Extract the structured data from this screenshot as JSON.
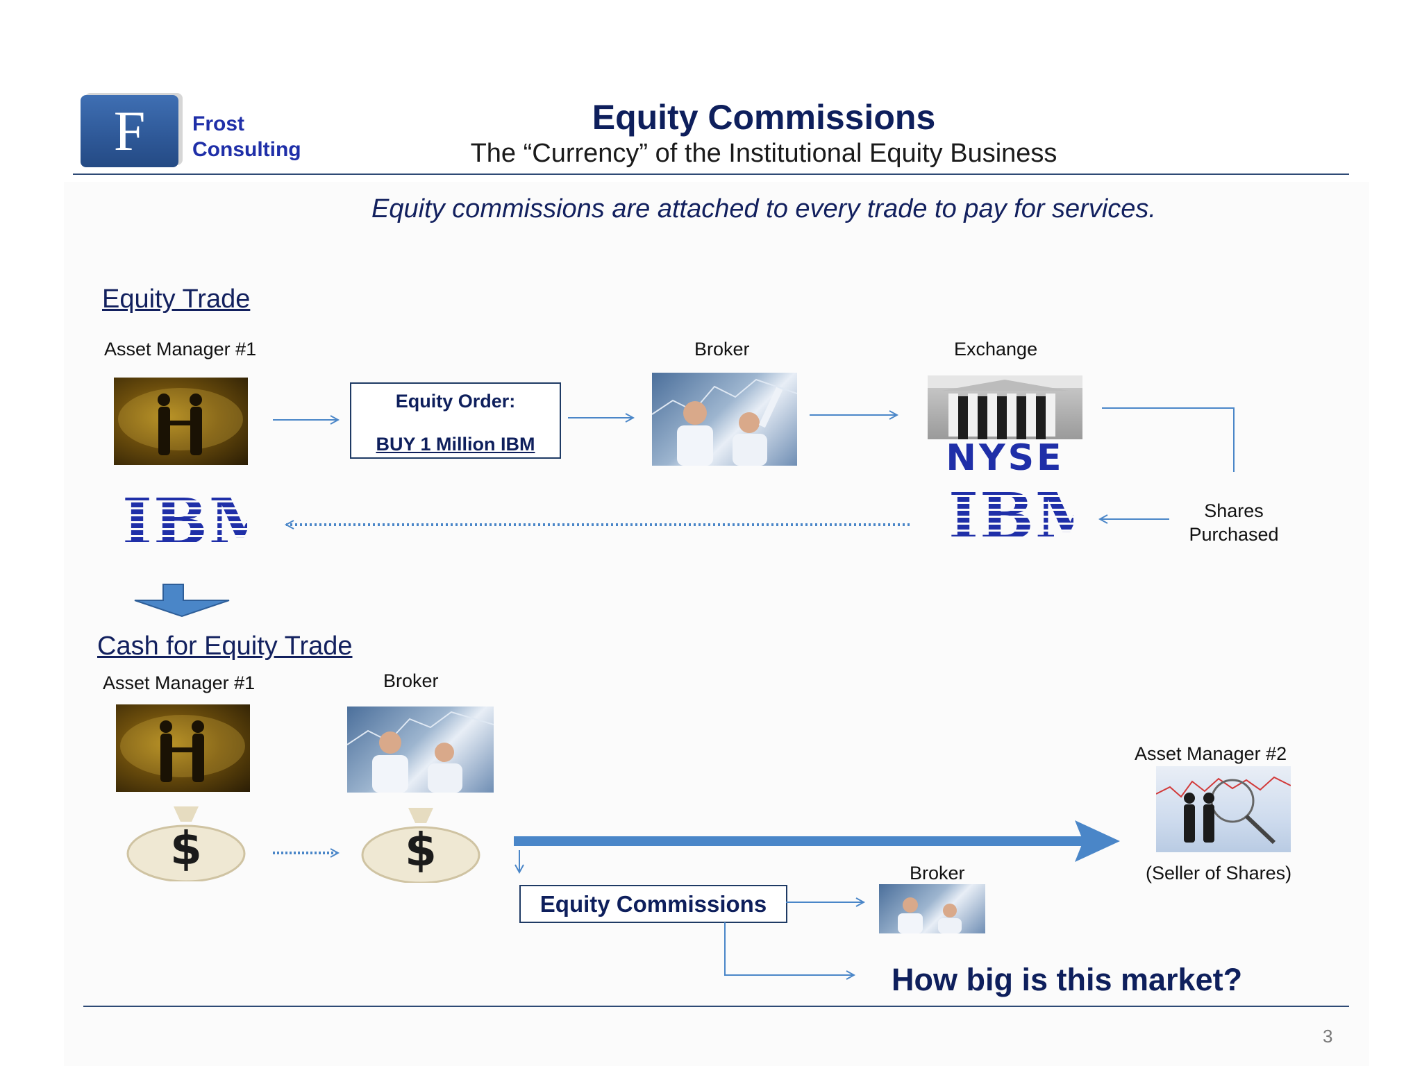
{
  "brand": {
    "logo_letter": "F",
    "name_line1": "Frost",
    "name_line2": "Consulting"
  },
  "header": {
    "title": "Equity Commissions",
    "subtitle": "The “Currency” of the Institutional Equity Business"
  },
  "tagline": "Equity commissions are attached to every trade to pay for services.",
  "trade_section": {
    "heading": "Equity Trade",
    "asset_manager_label": "Asset  Manager #1",
    "broker_label": "Broker",
    "exchange_label": "Exchange",
    "exchange_logo_text": "NYSE",
    "order_title": "Equity Order:",
    "order_detail": "BUY  1 Million  IBM",
    "ibm_logo_text": "IBM",
    "shares_line1": "Shares",
    "shares_line2": "Purchased"
  },
  "cash_section": {
    "heading": "Cash for Equity Trade",
    "asset_manager_label": "Asset  Manager #1",
    "broker_label": "Broker",
    "money_symbol": "$",
    "commissions_label": "Equity Commissions",
    "commission_broker_label": "Broker",
    "am2_label": "Asset  Manager #2",
    "seller_label": "(Seller of Shares)",
    "question": "How big is this market?"
  },
  "footer": {
    "page_number": "3"
  },
  "colors": {
    "navy": "#0e1f5c",
    "arrow_blue": "#4a86c8",
    "ibm_blue": "#1f2fa8",
    "rule": "#2e4a75"
  }
}
